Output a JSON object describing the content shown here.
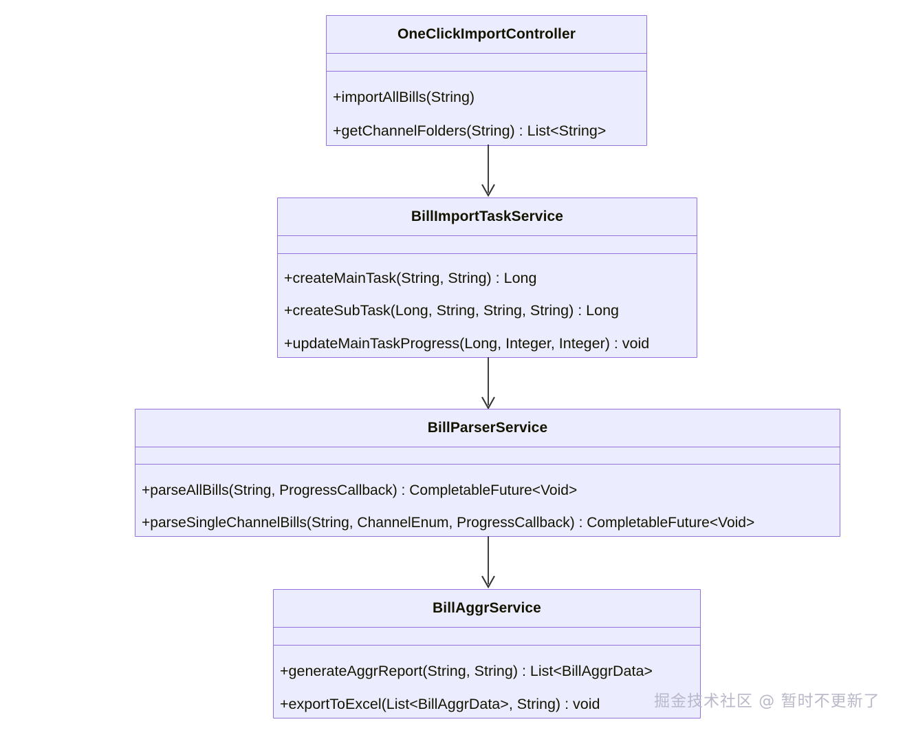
{
  "diagram": {
    "type": "uml-class-diagram",
    "background_color": "#ffffff",
    "box_fill_color": "#ECECFF",
    "box_border_color": "#9370DB",
    "text_color": "#131300",
    "connector_color": "#333333",
    "relationship": "arrow-down",
    "classes": [
      {
        "name": "OneClickImportController",
        "attributes": [],
        "methods": [
          "+importAllBills(String)",
          "+getChannelFolders(String) : List<String>"
        ]
      },
      {
        "name": "BillImportTaskService",
        "attributes": [],
        "methods": [
          "+createMainTask(String, String) : Long",
          "+createSubTask(Long, String, String, String) : Long",
          "+updateMainTaskProgress(Long, Integer, Integer) : void"
        ]
      },
      {
        "name": "BillParserService",
        "attributes": [],
        "methods": [
          "+parseAllBills(String, ProgressCallback) : CompletableFuture<Void>",
          "+parseSingleChannelBills(String, ChannelEnum, ProgressCallback) : CompletableFuture<Void>"
        ]
      },
      {
        "name": "BillAggrService",
        "attributes": [],
        "methods": [
          "+generateAggrReport(String, String) : List<BillAggrData>",
          "+exportToExcel(List<BillAggrData>, String) : void"
        ]
      }
    ],
    "connectors": [
      {
        "from": "OneClickImportController",
        "to": "BillImportTaskService"
      },
      {
        "from": "BillImportTaskService",
        "to": "BillParserService"
      },
      {
        "from": "BillParserService",
        "to": "BillAggrService"
      }
    ]
  },
  "watermark": {
    "text": "掘金技术社区 @ 暂时不更新了"
  }
}
